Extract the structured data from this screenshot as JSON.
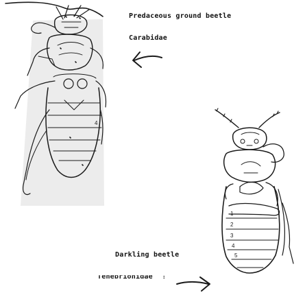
{
  "labels": {
    "carabid_common": "Predaceous ground beetle",
    "carabid_family": "Carabidae",
    "tenebrionid_common": "Darkling beetle",
    "tenebrionid_family": "Tenebrionidae",
    "stray_mark": ":"
  },
  "ink_color": "#111111",
  "figures": [
    {
      "name": "carabid-drawing",
      "segment_numbers": [
        "4"
      ]
    },
    {
      "name": "tenebrionid-drawing",
      "segment_numbers": [
        "1",
        "2",
        "3",
        "4",
        "5"
      ]
    }
  ]
}
